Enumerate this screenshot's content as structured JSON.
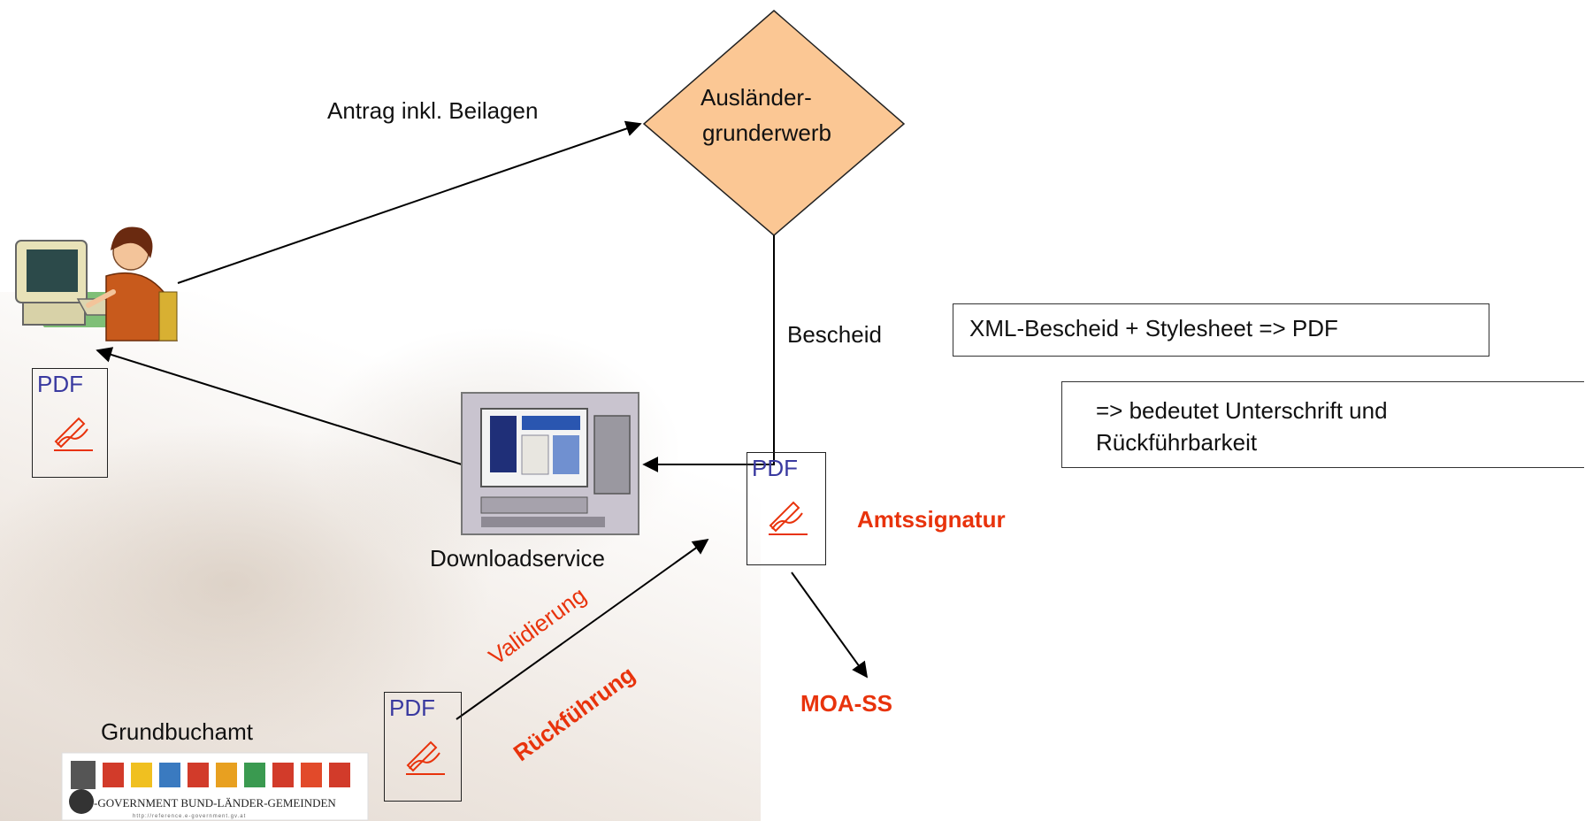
{
  "nodes": {
    "auslaender_line1": "Ausländer-",
    "auslaender_line2": "grunderwerb",
    "downloadservice": "Downloadservice",
    "grundbuchamt": "Grundbuchamt",
    "moa_ss": "MOA-SS",
    "amtssignatur": "Amtssignatur"
  },
  "edges": {
    "antrag": "Antrag inkl. Beilagen",
    "bescheid": "Bescheid",
    "validierung": "Validierung",
    "rueckfuehrung": "Rückführung"
  },
  "docs": {
    "pdf_label": "PDF"
  },
  "notes": {
    "xml_box": "XML-Bescheid + Stylesheet => PDF",
    "meaning_line1": "=> bedeutet Unterschrift und",
    "meaning_line2": "Rückführbarkeit"
  },
  "logo": {
    "text": "-GOVERNMENT BUND-LÄNDER-GEMEINDEN",
    "url": "http://reference.e-government.gv.at"
  },
  "colors": {
    "diamond_fill": "#fbc794",
    "accent_red": "#e8330c",
    "pdf_blue": "#3a3aa0"
  }
}
